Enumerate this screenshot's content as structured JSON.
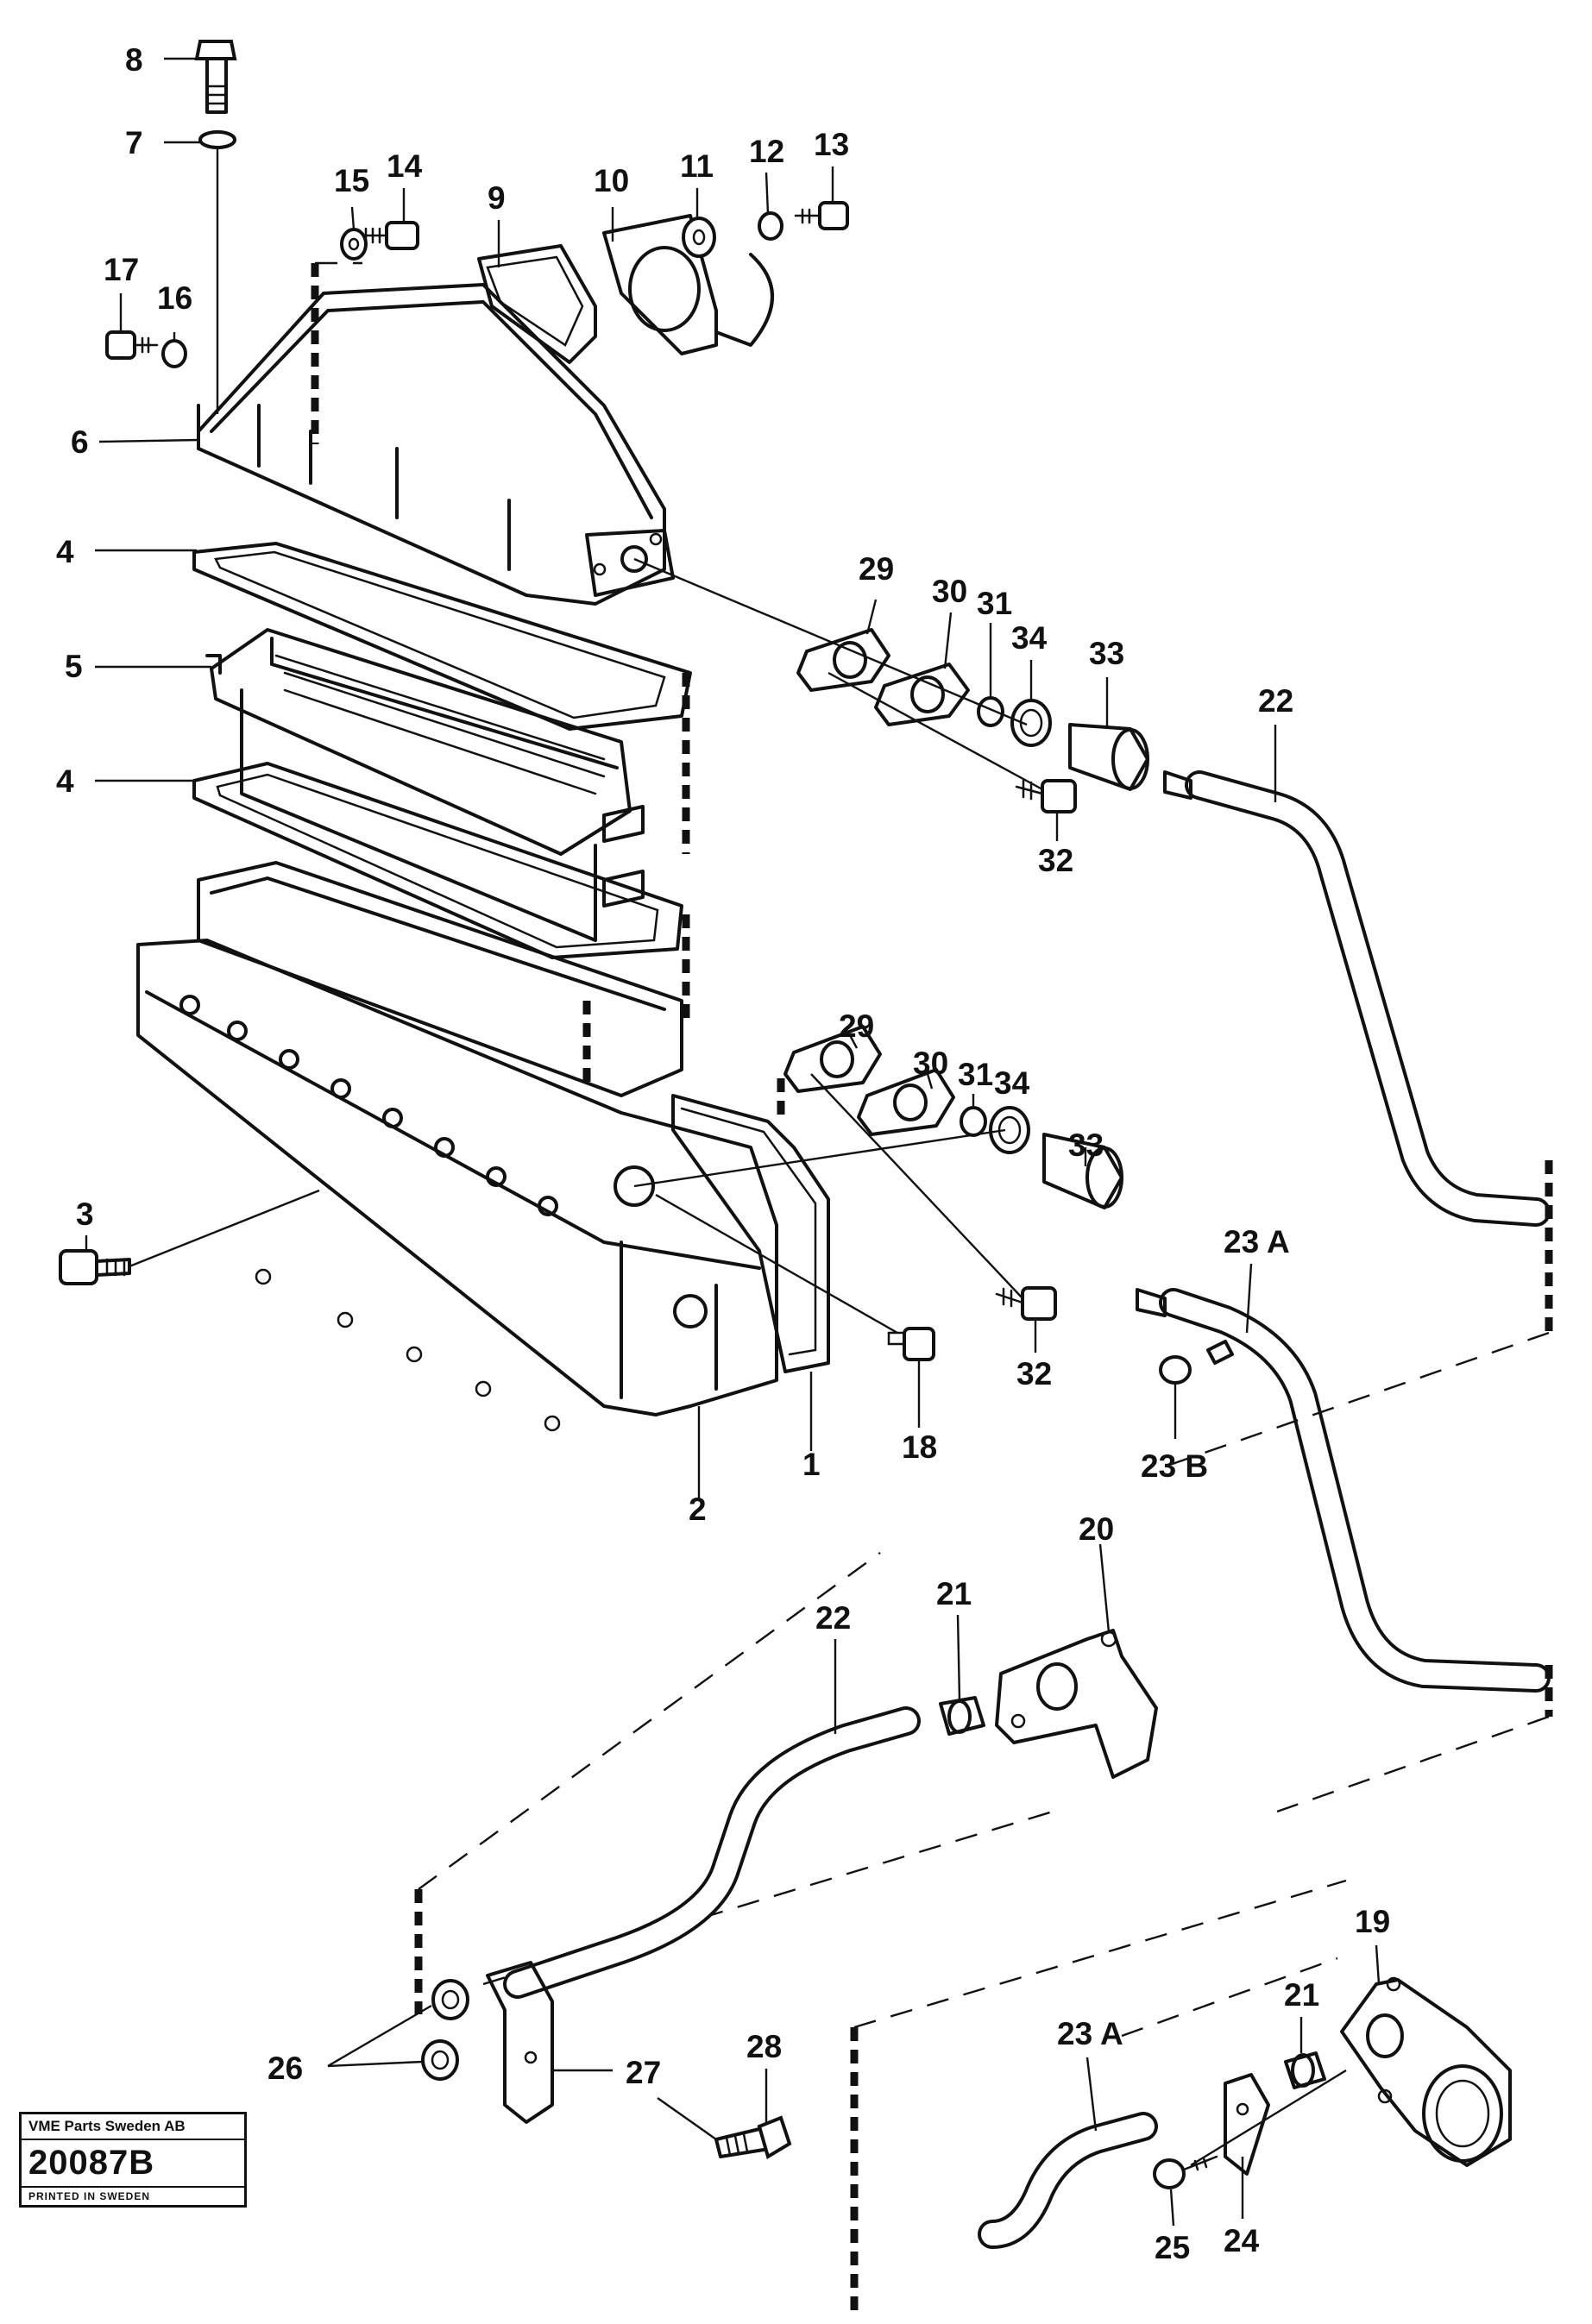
{
  "callouts": {
    "c8": "8",
    "c7": "7",
    "c15": "15",
    "c14": "14",
    "c9": "9",
    "c10": "10",
    "c11": "11",
    "c12": "12",
    "c13": "13",
    "c17": "17",
    "c16": "16",
    "c6": "6",
    "c4a": "4",
    "c5": "5",
    "c4b": "4",
    "c3": "3",
    "c2": "2",
    "c1": "1",
    "c18": "18",
    "c29a": "29",
    "c30a": "30",
    "c31a": "31",
    "c34a": "34",
    "c33a": "33",
    "c32a": "32",
    "c22a": "22",
    "c29b": "29",
    "c30b": "30",
    "c31b": "31",
    "c34b": "34",
    "c33b": "33",
    "c32b": "32",
    "c23aA": "23 A",
    "c23B": "23 B",
    "c20": "20",
    "c21a": "21",
    "c22b": "22",
    "c26": "26",
    "c27": "27",
    "c28": "28",
    "c19": "19",
    "c21b": "21",
    "c23aB": "23 A",
    "c24": "24",
    "c25": "25"
  },
  "stamp": {
    "company": "VME Parts Sweden AB",
    "number": "20087B",
    "printed": "PRINTED IN SWEDEN"
  }
}
